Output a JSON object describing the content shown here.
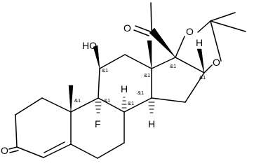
{
  "molecule": {
    "atoms": {
      "o_ketone_left": "O",
      "o_ketone_top": "O",
      "o_hydroxyl": "HO",
      "o_ring_upper": "O",
      "o_ring_lower": "O",
      "f_substituent": "F",
      "h_c14": "H",
      "h_c8": "H",
      "h_c17": "H",
      "h_c16": "H"
    },
    "stereo_label": "&1"
  }
}
